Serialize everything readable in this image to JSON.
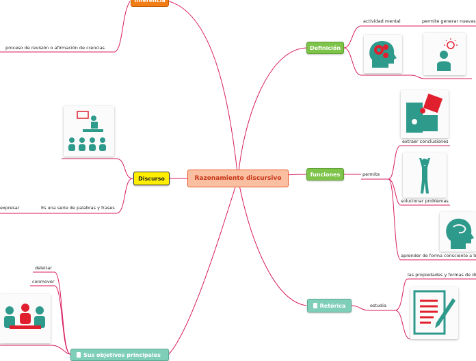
{
  "central": "Razonamiento discursivo",
  "branches": {
    "inferencia": "Inferencia",
    "definicion": "Definición",
    "funciones": "funciones",
    "discurso": "Discurso",
    "retorica": "Retórica",
    "bottom": "Sus objetivos principales"
  },
  "labels": {
    "proceso": "proceso de revisión o afirmación de crencias",
    "actividad": "actividad mental",
    "permite_generar": "permite generar nuevas",
    "permite": "permite",
    "extraer": "extraer conclusiones",
    "solucionar": "solucionar problemas",
    "aprender": "aprender de forma consciente a tr",
    "expresar": "expresar",
    "serie": "Es una serie de palabras y frases",
    "estudia": "estudia",
    "propiedades": "las propiedades y formas de di",
    "deleitar": "deleitar",
    "conmover": "conmover"
  },
  "colors": {
    "link": "#d81b60",
    "central_fill": "#f9bfa0",
    "central_border": "#e8552a",
    "green": "#7ec34a",
    "teal": "#7fcfb8",
    "yellow": "#ffee00",
    "orange": "#f07d16",
    "icon_teal": "#2e9a8c",
    "icon_red": "#e0202e"
  },
  "icons": [
    "head-gears-icon",
    "idea-person-icon",
    "teacher-class-icon",
    "puzzle-icon",
    "raised-arms-icon",
    "thinking-head-icon",
    "document-pen-icon",
    "meeting-icon",
    "notebook-icon"
  ]
}
